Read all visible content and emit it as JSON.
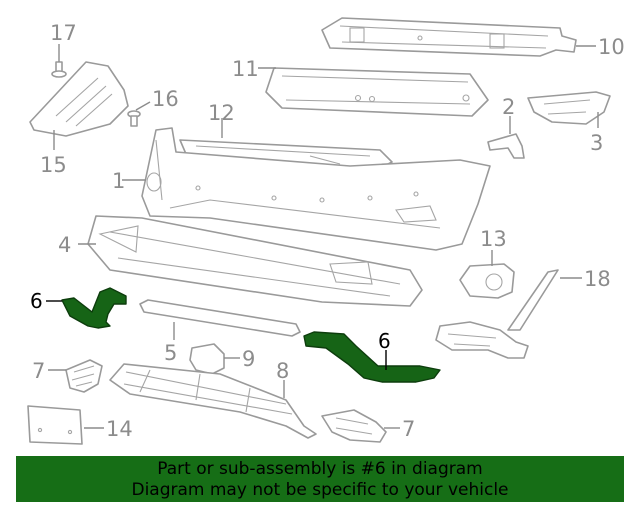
{
  "callouts": {
    "c1": "1",
    "c2": "2",
    "c3": "3",
    "c4": "4",
    "c5": "5",
    "c6a": "6",
    "c6b": "6",
    "c7a": "7",
    "c7b": "7",
    "c8": "8",
    "c9": "9",
    "c10": "10",
    "c11": "11",
    "c12": "12",
    "c13": "13",
    "c14": "14",
    "c15": "15",
    "c16": "16",
    "c17": "17",
    "c18": "18"
  },
  "banner": {
    "line1": "Part or sub-assembly is #6 in diagram",
    "line2": "Diagram may not be specific to your vehicle"
  },
  "colors": {
    "highlight_part": "#166416",
    "banner_background": "#166e16",
    "callout_text": "#8c8c8c"
  }
}
